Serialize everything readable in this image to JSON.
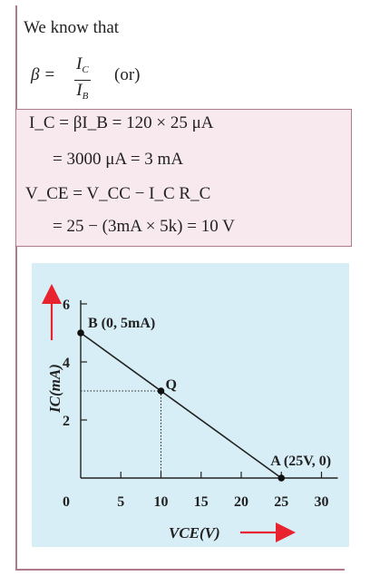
{
  "intro_text": "We know that",
  "beta_eq": {
    "lhs": "β =",
    "num": "I",
    "num_sub": "C",
    "den": "I",
    "den_sub": "B",
    "or": "(or)"
  },
  "box": {
    "line1": "I_C = βI_B = 120 × 25 μA",
    "line2": "= 3000 μA = 3 mA",
    "line3": "V_CE = V_CC − I_C R_C",
    "line4": "= 25 − (3mA × 5k)  = 10 V"
  },
  "chart_data": {
    "type": "line",
    "xlabel": "VCE(V)",
    "ylabel": "IC(mA)",
    "x_ticks": [
      "5",
      "10",
      "15",
      "20",
      "25",
      "30"
    ],
    "y_ticks": [
      "2",
      "4",
      "6"
    ],
    "origin_label": "0",
    "xlim": [
      0,
      30
    ],
    "ylim": [
      0,
      6
    ],
    "series": [
      {
        "x": [
          0,
          25
        ],
        "y": [
          5,
          0
        ]
      }
    ],
    "points": [
      {
        "label": "B (0, 5mA)",
        "x": 0,
        "y": 5
      },
      {
        "label": "Q",
        "x": 10,
        "y": 3
      },
      {
        "label": "A (25V, 0)",
        "x": 25,
        "y": 0
      }
    ],
    "axis_arrow_color": "#e8222e",
    "line_color": "#222222",
    "background": "#d8eef6"
  }
}
